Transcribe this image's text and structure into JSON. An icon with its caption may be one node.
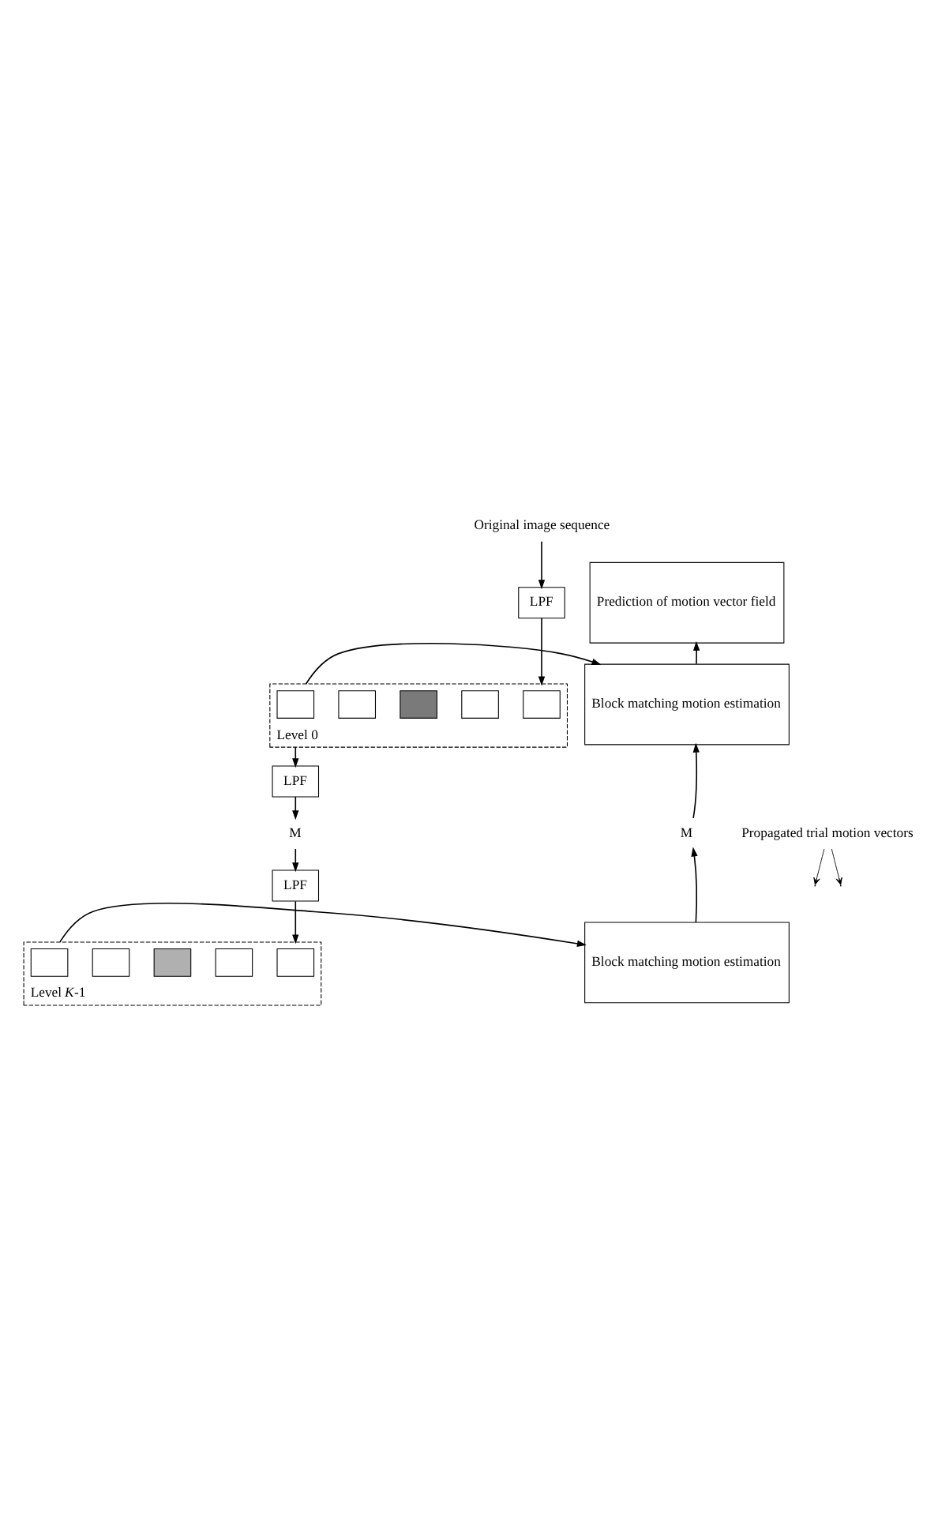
{
  "diagram": {
    "nodes": [
      {
        "text": [
          "Original image sequence"
        ]
      },
      {
        "text": [
          "LPF"
        ]
      },
      {
        "text": [
          "Level 0"
        ]
      },
      {
        "text": [],
        "shape": "box",
        "in": 2
      },
      {
        "text": [],
        "shape": "box",
        "in": 2
      },
      {
        "text": [],
        "shape": "box",
        "in": 2
      },
      {
        "text": [],
        "shape": "box",
        "in": 2
      },
      {
        "text": [],
        "shape": "box",
        "in": 2
      },
      {
        "text": [
          "LPF"
        ]
      },
      {
        "text": [
          "M"
        ]
      },
      {
        "text": [
          "LPF"
        ]
      },
      {
        "text": [
          "Level *K*-1"
        ]
      },
      {
        "text": [],
        "shape": "box",
        "in": 11
      },
      {
        "text": [],
        "shape": "box",
        "in": 11
      },
      {
        "text": [],
        "shape": "box",
        "in": 11
      },
      {
        "text": [],
        "shape": "box",
        "in": 11
      },
      {
        "text": [],
        "shape": "box",
        "in": 11
      },
      {
        "text": [
          "Prediction of motion vector field"
        ]
      },
      {
        "text": [
          "Block matching motion estimation"
        ]
      },
      {
        "text": [
          "M"
        ]
      },
      {
        "text": [
          "Block matching motion estimation"
        ]
      },
      {
        "text": [
          "Propagated trial motion vectors"
        ]
      }
    ],
    "edges": [
      {
        "from": 0,
        "to": 1,
        "arrow": "to"
      },
      {
        "from": 1,
        "to": 2,
        "arrow": "to"
      },
      {
        "from": 2,
        "to": 8,
        "arrow": "to"
      },
      {
        "from": 8,
        "to": 9,
        "arrow": "to"
      },
      {
        "from": 9,
        "to": 10,
        "arrow": "to"
      },
      {
        "from": 10,
        "to": 11,
        "arrow": "to"
      },
      {
        "from": 2,
        "to": 18,
        "arrow": "to"
      },
      {
        "from": 18,
        "to": 17,
        "arrow": "to"
      },
      {
        "from": 19,
        "to": 18,
        "arrow": "to"
      },
      {
        "from": 20,
        "to": 19,
        "arrow": "to"
      },
      {
        "from": 11,
        "to": 20,
        "arrow": "to"
      },
      {
        "from": 21,
        "to": null,
        "arrow": "to"
      },
      {
        "from": 21,
        "to": null,
        "arrow": "to"
      }
    ]
  }
}
